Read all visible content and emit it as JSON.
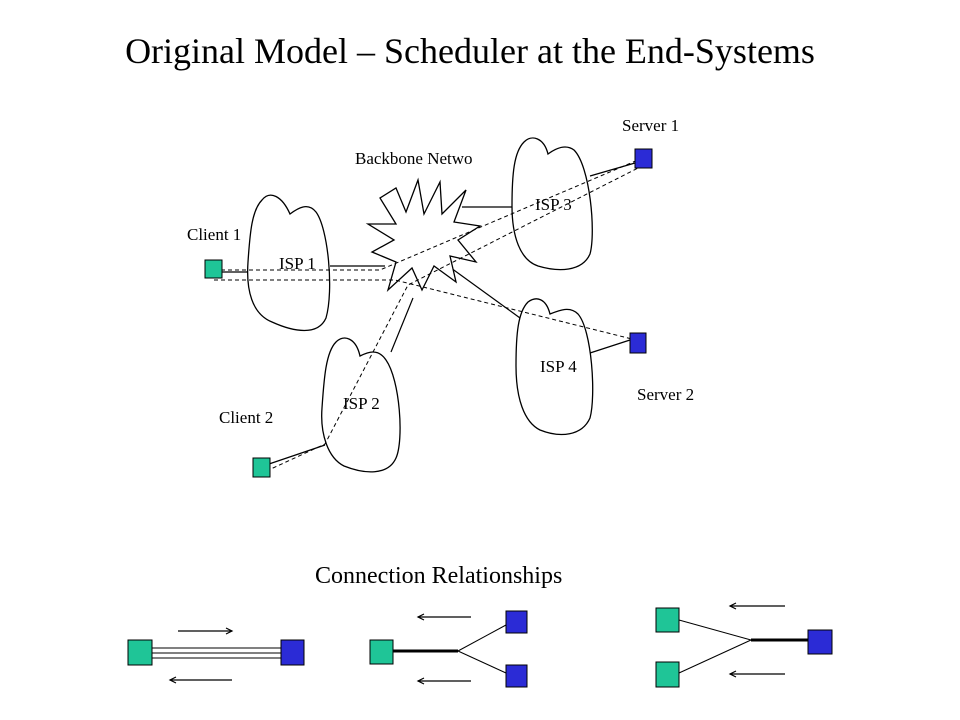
{
  "slide": {
    "title": "Original Model – Scheduler at the End-Systems"
  },
  "diagram": {
    "backbone_label": "Backbone Netwo",
    "isp_labels": [
      "ISP 1",
      "ISP 2",
      "ISP 3",
      "ISP 4"
    ],
    "clients": [
      "Client 1",
      "Client 2"
    ],
    "servers": [
      "Server 1",
      "Server 2"
    ]
  },
  "relationships": {
    "title": "Connection Relationships"
  },
  "colors": {
    "client": "#1fc597",
    "server": "#2b2bd6",
    "line": "#000000",
    "background": "#ffffff"
  }
}
